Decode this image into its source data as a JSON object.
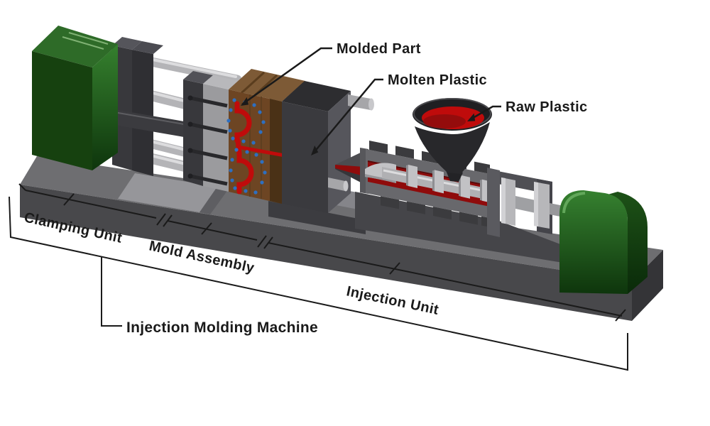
{
  "labels": {
    "molded_part": "Molded Part",
    "molten_plastic": "Molten Plastic",
    "raw_plastic": "Raw Plastic",
    "clamping_unit": "Clamping Unit",
    "mold_assembly": "Mold Assembly",
    "injection_unit": "Injection Unit",
    "machine": "Injection Molding Machine"
  },
  "colors": {
    "background": "#ffffff",
    "line": "#1a1a1a",
    "base_top": "#6e6e71",
    "base_front": "#48484b",
    "base_side": "#343437",
    "green_top": "#2e6b28",
    "green_front": "#16410f",
    "green_side_light": "#35802e",
    "green_dark": "#0e350c",
    "motor_light": "#368130",
    "plate_dark": "#38383c",
    "plate_light": "#9b9b9e",
    "tiebar": "#b4b4b7",
    "mold_brown": "#6d4523",
    "mold_brown_top": "#7d5a36",
    "mold_brown_side": "#4a3116",
    "plastic_red": "#bf0b0b",
    "molten_red": "#8f0b0b",
    "cooling_blue": "#2e6fc0",
    "barrel_gray": "#68686c",
    "heater_dark": "#3b3b3e",
    "screw_silver": "#c2c2c5",
    "hopper_dark": "#28282b"
  }
}
